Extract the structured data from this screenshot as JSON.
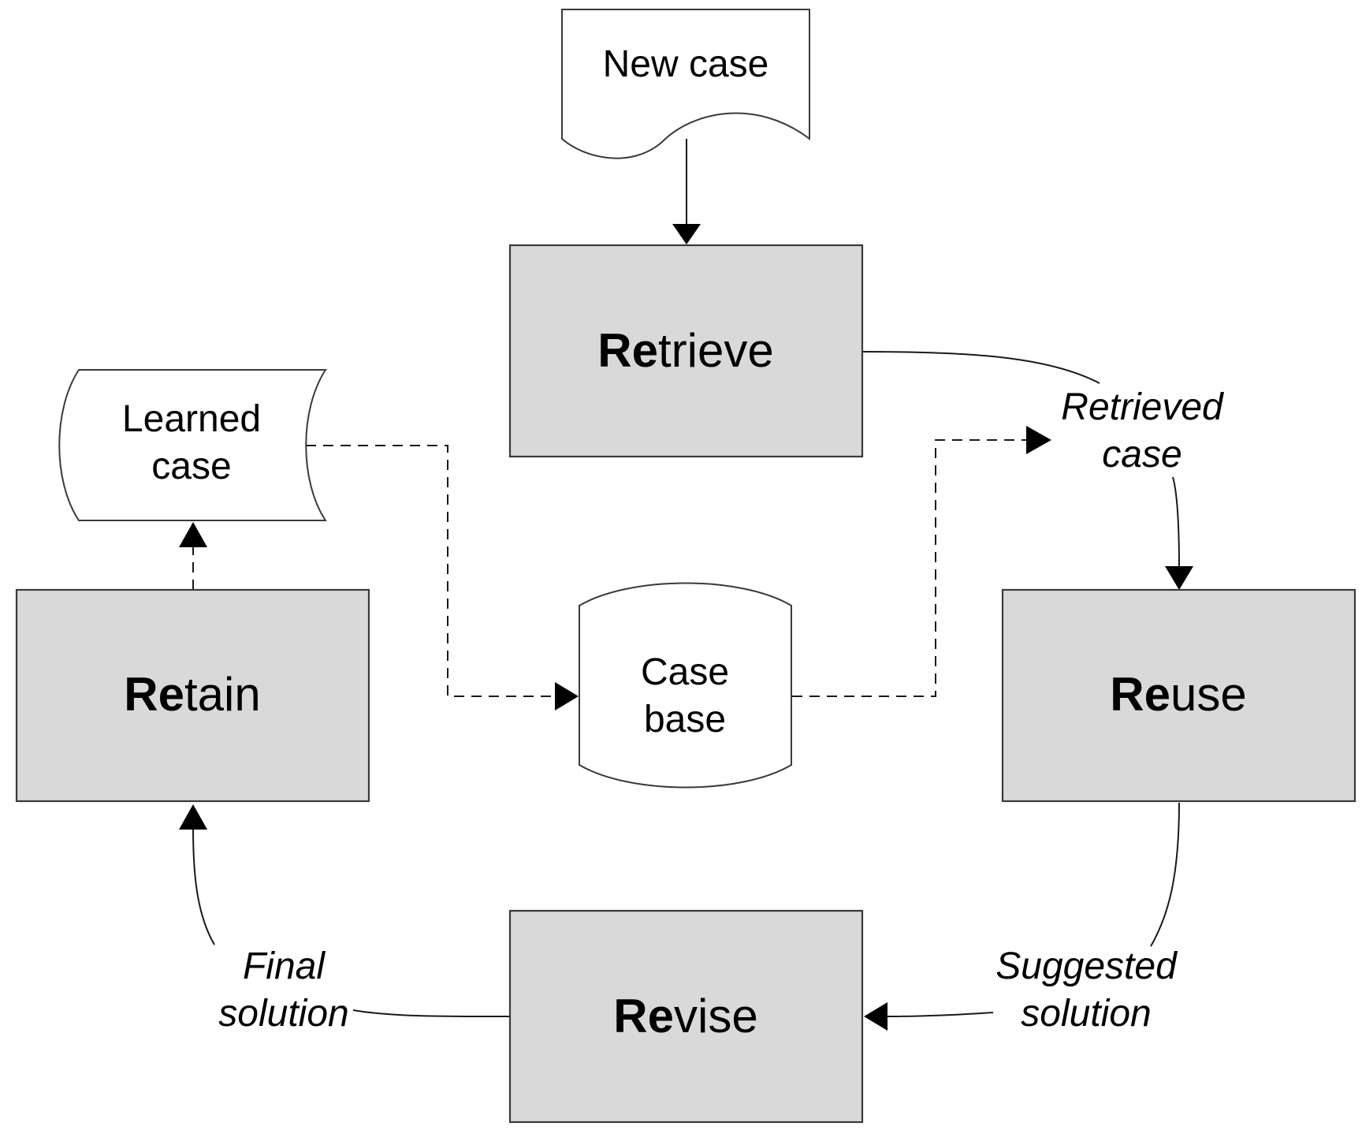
{
  "nodes": {
    "new_case": {
      "label": "New case"
    },
    "learned_case": {
      "line1": "Learned",
      "line2": "case"
    },
    "case_base": {
      "line1": "Case",
      "line2": "base"
    },
    "retrieve": {
      "prefix": "Re",
      "rest": "trieve"
    },
    "retain": {
      "prefix": "Re",
      "rest": "tain"
    },
    "reuse": {
      "prefix": "Re",
      "rest": "use"
    },
    "revise": {
      "prefix": "Re",
      "rest": "vise"
    }
  },
  "edge_labels": {
    "retrieved_case": {
      "line1": "Retrieved",
      "line2": "case"
    },
    "suggested_solution": {
      "line1": "Suggested",
      "line2": "solution"
    },
    "final_solution": {
      "line1": "Final",
      "line2": "solution"
    }
  },
  "colors": {
    "process_fill": "#d9d9d9",
    "outline": "#3a3a3a",
    "line": "#000000"
  }
}
